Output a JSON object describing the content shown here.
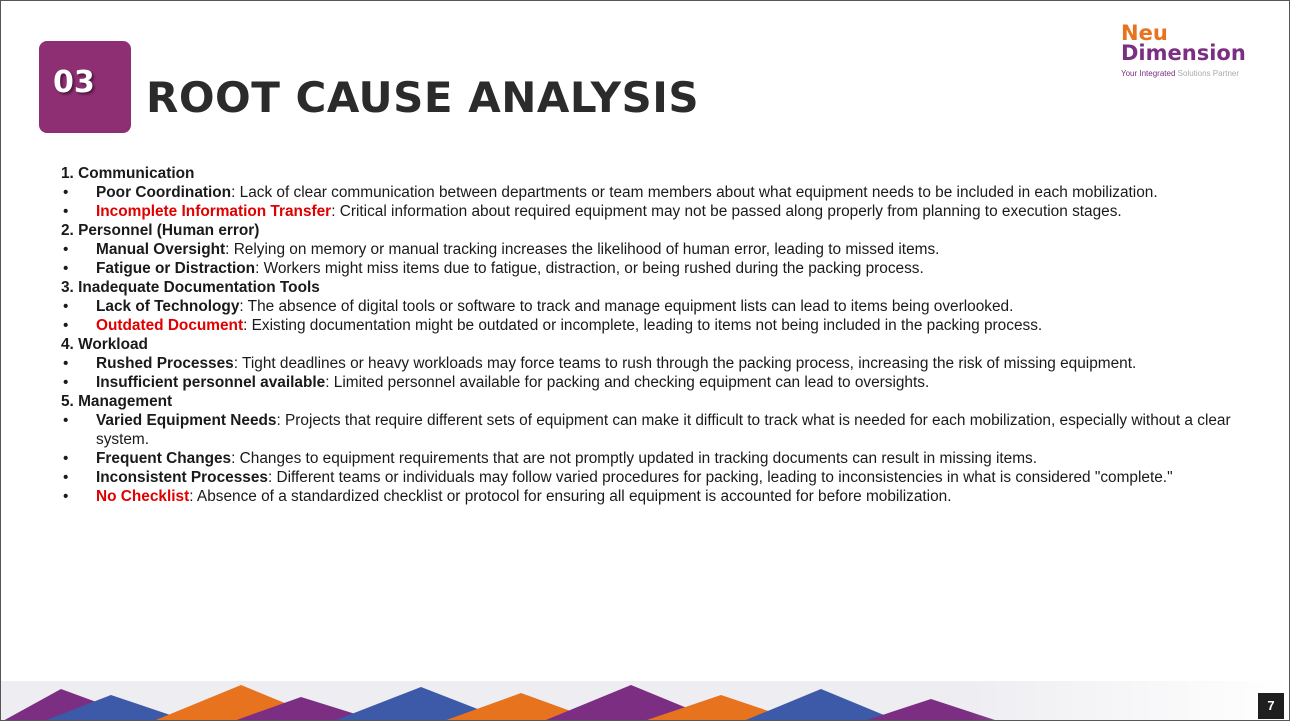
{
  "header": {
    "number": "03",
    "title": "ROOT CAUSE ANALYSIS"
  },
  "logo": {
    "line1": "Neu",
    "line2": "Dimension",
    "tagline_a": "Your Integrated",
    "tagline_b": " Solutions Partner"
  },
  "sections": [
    {
      "heading": "1. Communication",
      "items": [
        {
          "term": "Poor Coordination",
          "text": ": Lack of clear communication between departments or team members about what equipment needs to be included in each mobilization.",
          "red": false
        },
        {
          "term": "Incomplete Information Transfer",
          "text": ": Critical information about required equipment may not be passed along properly from planning to execution stages.",
          "red": true
        }
      ]
    },
    {
      "heading": "2. Personnel (Human error)",
      "items": [
        {
          "term": "Manual Oversight",
          "text": ": Relying on memory or manual tracking increases the likelihood of human error, leading to missed items.",
          "red": false
        },
        {
          "term": "Fatigue or Distraction",
          "text": ": Workers might miss items due to fatigue, distraction, or being rushed during the packing process.",
          "red": false
        }
      ]
    },
    {
      "heading": "3. Inadequate Documentation Tools",
      "items": [
        {
          "term": "Lack of Technology",
          "text": ": The absence of digital tools or software to track and manage equipment lists can lead to items being overlooked.",
          "red": false
        },
        {
          "term": "Outdated Document",
          "text": ": Existing documentation might be outdated or incomplete, leading to items not being included in the packing process.",
          "red": true
        }
      ]
    },
    {
      "heading": "4. Workload",
      "items": [
        {
          "term": "Rushed Processes",
          "text": ": Tight deadlines or heavy workloads may force teams to rush through the packing process, increasing the risk of missing equipment.",
          "red": false
        },
        {
          "term": "Insufficient personnel available",
          "text": ": Limited personnel available for packing and checking equipment can lead to oversights.",
          "red": false
        }
      ]
    },
    {
      "heading": "5. Management",
      "items": [
        {
          "term": "Varied Equipment Needs",
          "text": ": Projects that require different sets of equipment can make it difficult to track what is needed for each mobilization, especially without a clear system.",
          "red": false
        },
        {
          "term": "Frequent Changes",
          "text": ": Changes to equipment requirements that are not promptly updated in tracking documents can result in missing items.",
          "red": false
        },
        {
          "term": "Inconsistent Processes",
          "text": ": Different teams or individuals may follow varied procedures for packing, leading to inconsistencies in what is considered \"complete.\"",
          "red": false
        },
        {
          "term": "No Checklist",
          "text": ": Absence of a standardized checklist or protocol for ensuring all equipment is accounted for before mobilization.",
          "red": true
        }
      ]
    }
  ],
  "page_number": "7",
  "colors": {
    "badge": "#8e2e73",
    "highlight": "#e00000",
    "logo_orange": "#e8731f",
    "logo_purple": "#7b2e82"
  }
}
